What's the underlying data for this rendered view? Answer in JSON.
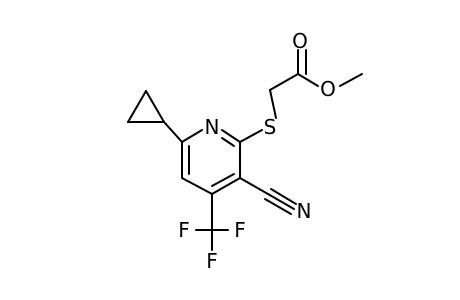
{
  "molecule": {
    "atoms": [
      {
        "id": "N1",
        "symbol": "N"
      },
      {
        "id": "S1",
        "symbol": "S"
      },
      {
        "id": "O1",
        "symbol": "O"
      },
      {
        "id": "O2",
        "symbol": "O"
      },
      {
        "id": "N2",
        "symbol": "N"
      },
      {
        "id": "F1",
        "symbol": "F"
      },
      {
        "id": "F2",
        "symbol": "F"
      },
      {
        "id": "F3",
        "symbol": "F"
      }
    ],
    "colors": {
      "bond": "#000000",
      "label": "#000000",
      "background": "#ffffff"
    }
  }
}
